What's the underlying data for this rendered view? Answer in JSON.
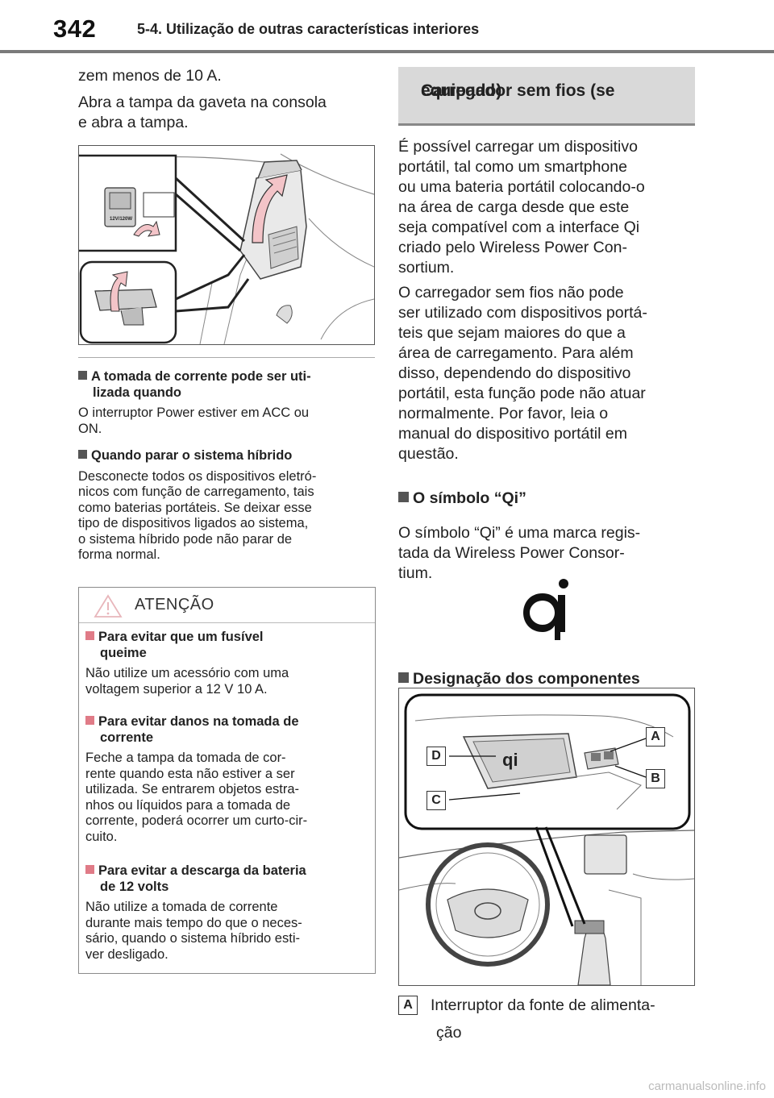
{
  "header": {
    "page_number": "342",
    "section_title": "5-4. Utilização de outras características interiores"
  },
  "left": {
    "intro_line1": "zem menos de 10 A.",
    "intro_line2": "Abra a tampa da gaveta na consola",
    "intro_line3": "e abra a tampa.",
    "figure1_label": "12V/120W",
    "note1_title_l1": "A tomada de corrente pode ser uti-",
    "note1_title_l2": "lizada quando",
    "note1_body_l1": "O interruptor Power estiver em ACC ou",
    "note1_body_l2": "ON.",
    "note2_title": "Quando parar o sistema híbrido",
    "note2_body": [
      "Desconecte todos os dispositivos eletró-",
      "nicos com função de carregamento, tais",
      "como baterias portáteis. Se deixar esse",
      "tipo de dispositivos ligados ao sistema,",
      "o sistema híbrido pode não parar de",
      "forma normal."
    ]
  },
  "warning": {
    "title": "ATENÇÃO",
    "items": [
      {
        "title": [
          "Para evitar que um fusível",
          "queime"
        ],
        "body": [
          "Não utilize um acessório com uma",
          "voltagem superior a 12 V 10 A."
        ]
      },
      {
        "title": [
          "Para evitar danos na tomada de",
          "corrente"
        ],
        "body": [
          "Feche a tampa da tomada de cor-",
          "rente quando esta não estiver a ser",
          "utilizada. Se entrarem objetos estra-",
          "nhos ou líquidos para a tomada de",
          "corrente, poderá ocorrer um curto-cir-",
          "cuito."
        ]
      },
      {
        "title": [
          "Para evitar a descarga da bateria",
          "de 12 volts"
        ],
        "body": [
          "Não utilize a tomada de corrente",
          "durante mais tempo do que o neces-",
          "sário, quando o sistema híbrido esti-",
          "ver desligado."
        ]
      }
    ]
  },
  "right": {
    "heading_l1": "Carregador sem fios (se",
    "heading_l2": "equipado)",
    "para1": [
      "É possível carregar um dispositivo",
      "portátil, tal como um smartphone",
      "ou uma bateria portátil colocando-o",
      "na área de carga desde que este",
      "seja compatível com a interface Qi",
      "criado pelo Wireless Power Con-",
      "sortium."
    ],
    "para2": [
      "O carregador sem fios não pode",
      "ser utilizado com dispositivos portá-",
      "teis que sejam maiores do que a",
      "área de carregamento. Para além",
      "disso, dependendo do dispositivo",
      "portátil, esta função pode não atuar",
      "normalmente. Por favor, leia o",
      "manual do dispositivo portátil em",
      "questão."
    ],
    "qi_heading": "O símbolo “Qi”",
    "qi_body": [
      "O símbolo “Qi” é uma marca regis-",
      "tada da Wireless Power Consor-",
      "tium."
    ],
    "components_heading": "Designação dos componentes",
    "callouts": {
      "a": "A",
      "b": "B",
      "c": "C",
      "d": "D"
    },
    "legend_letter": "A",
    "legend_l1": "Interruptor da fonte de alimenta-",
    "legend_l2": "ção"
  },
  "footer": {
    "watermark": "carmanualsonline.info"
  }
}
